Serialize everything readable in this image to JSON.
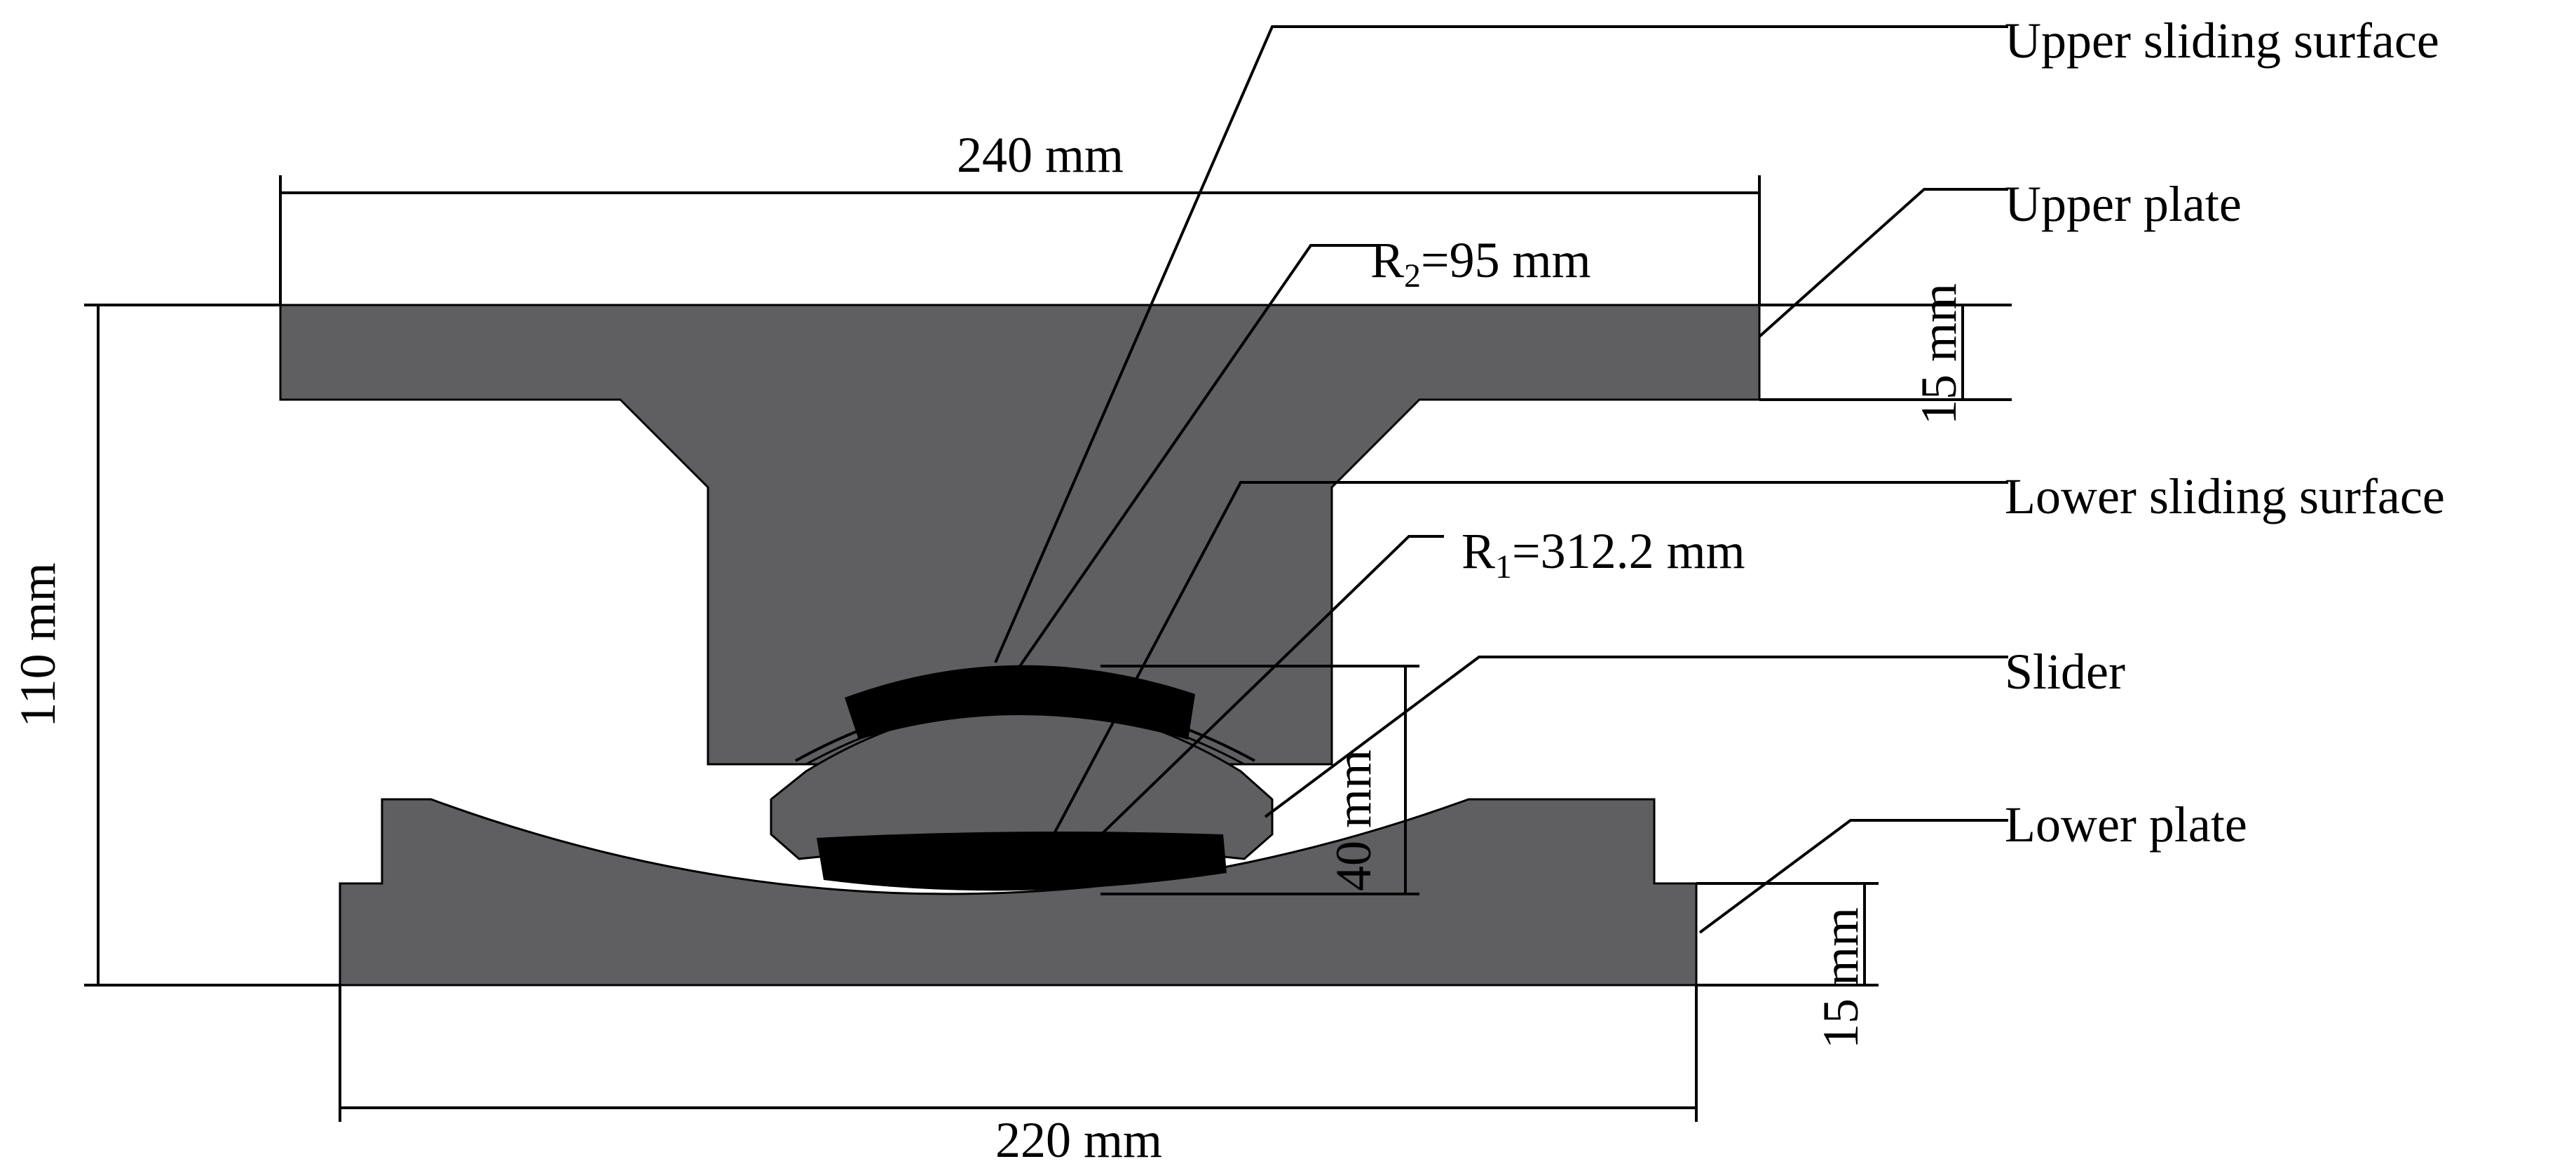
{
  "colors": {
    "plate_fill": "#5f5f62",
    "sliding_surface_fill": "#000000",
    "line": "#000000",
    "background": "#ffffff"
  },
  "labels": {
    "upper_sliding_surface": "Upper sliding  surface",
    "upper_plate": "Upper plate",
    "lower_sliding_surface": "Lower sliding surface",
    "slider": "Slider",
    "lower_plate": "Lower plate"
  },
  "radii": {
    "r2_symbol": "R",
    "r2_sub": "2",
    "r2_value": "=95 mm",
    "r1_symbol": "R",
    "r1_sub": "1",
    "r1_value": "=312.2 mm"
  },
  "dimensions": {
    "top_width": "240 mm",
    "bottom_width": "220 mm",
    "total_height": "110 mm",
    "upper_plate_thickness": "15 mm",
    "lower_plate_thickness": "15 mm",
    "slider_height": "40 mm"
  }
}
